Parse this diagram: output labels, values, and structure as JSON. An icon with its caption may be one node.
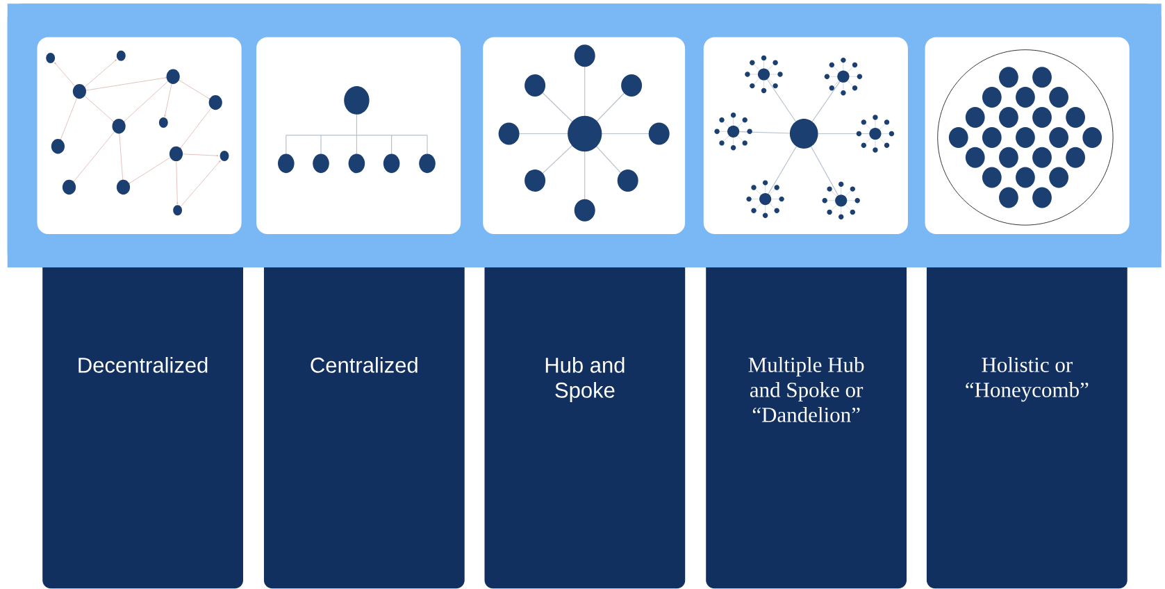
{
  "diagram": {
    "nodes": [
      {
        "text": [
          "Decentralized"
        ]
      },
      {
        "text": [
          "Centralized"
        ]
      },
      {
        "text": [
          "Hub and Spoke"
        ]
      },
      {
        "text": [
          "Multiple Hub and Spoke or “Dandelion”"
        ]
      },
      {
        "text": [
          "Holistic or “Honeycomb”"
        ]
      }
    ]
  }
}
